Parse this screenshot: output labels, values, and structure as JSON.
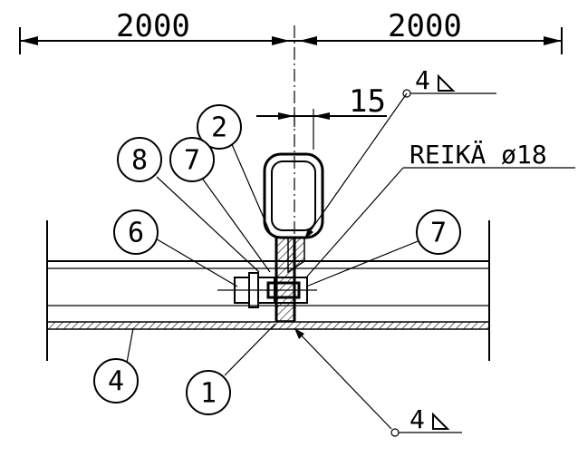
{
  "dimensions": {
    "left_span": "2000",
    "right_span": "2000",
    "gap": "15"
  },
  "notes": {
    "hole_label": "REIKÄ ø18",
    "weld_top": "4",
    "weld_bottom": "4"
  },
  "callouts": [
    {
      "id": "1",
      "label": "1"
    },
    {
      "id": "2",
      "label": "2"
    },
    {
      "id": "4",
      "label": "4"
    },
    {
      "id": "6",
      "label": "6"
    },
    {
      "id": "7a",
      "label": "7"
    },
    {
      "id": "7b",
      "label": "7"
    },
    {
      "id": "8",
      "label": "8"
    }
  ]
}
